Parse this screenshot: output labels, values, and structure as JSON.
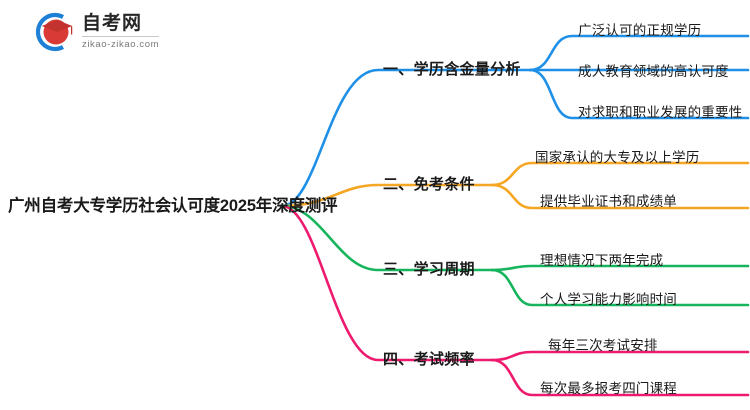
{
  "logo": {
    "name_cn": "自考网",
    "url": "zikao-zikao.com",
    "mark_icon": "graduation-cap-icon",
    "arc_color": "#1E7FD6",
    "cap_color": "#D93A36"
  },
  "mindmap": {
    "root": {
      "label": "广州自考大专学历社会认可度2025年深度测评"
    },
    "branches": [
      {
        "id": "branch-1",
        "label": "一、学历含金量分析",
        "color": "#1E90E8",
        "children": [
          {
            "label": "广泛认可的正规学历"
          },
          {
            "label": "成人教育领域的高认可度"
          },
          {
            "label": "对求职和职业发展的重要性"
          }
        ]
      },
      {
        "id": "branch-2",
        "label": "二、免考条件",
        "color": "#F5A623",
        "children": [
          {
            "label": "国家承认的大专及以上学历"
          },
          {
            "label": "提供毕业证书和成绩单"
          }
        ]
      },
      {
        "id": "branch-3",
        "label": "三、学习周期",
        "color": "#16B45C",
        "children": [
          {
            "label": "理想情况下两年完成"
          },
          {
            "label": "个人学习能力影响时间"
          }
        ]
      },
      {
        "id": "branch-4",
        "label": "四、考试频率",
        "color": "#EE1A6E",
        "children": [
          {
            "label": "每年三次考试安排"
          },
          {
            "label": "每次最多报考四门课程"
          }
        ]
      }
    ]
  }
}
